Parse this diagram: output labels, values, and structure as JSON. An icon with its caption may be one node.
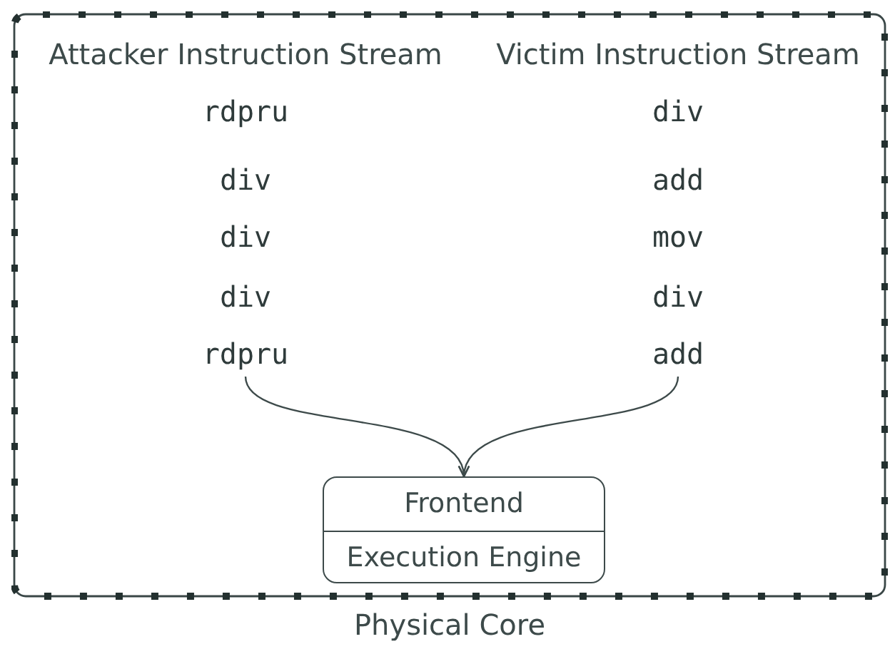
{
  "diagram": {
    "nodes": [
      {
        "text": [
          "Physical Core"
        ]
      },
      {
        "text": [
          "rdpru"
        ],
        "in": 0
      },
      {
        "text": [
          "add"
        ],
        "in": 0
      },
      {
        "text": [
          "Frontend",
          "Execution Engine"
        ],
        "in": 0
      }
    ],
    "edges": [
      {
        "from": 1,
        "to": 3,
        "arrow": "to"
      },
      {
        "from": 2,
        "to": 3,
        "arrow": "to"
      }
    ],
    "labels": [
      "Attacker Instruction Stream",
      "Victim Instruction Stream",
      "rdpru",
      "div",
      "div",
      "add",
      "div",
      "mov",
      "div",
      "div"
    ]
  }
}
